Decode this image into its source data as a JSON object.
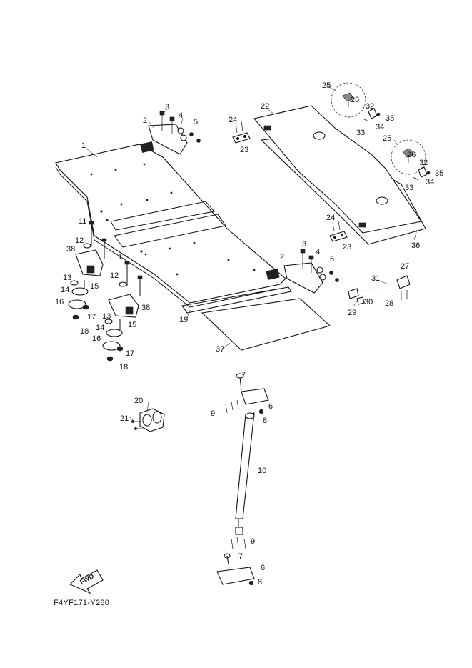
{
  "diagram": {
    "reference_code": "F4YF171-Y280",
    "direction_label": "FWD",
    "callouts": [
      "1",
      "2",
      "3",
      "4",
      "5",
      "6",
      "7",
      "8",
      "9",
      "10",
      "11",
      "12",
      "13",
      "14",
      "15",
      "16",
      "17",
      "18",
      "19",
      "20",
      "21",
      "22",
      "23",
      "24",
      "25",
      "26",
      "27",
      "28",
      "29",
      "30",
      "31",
      "32",
      "33",
      "34",
      "35",
      "36",
      "37",
      "38"
    ]
  }
}
